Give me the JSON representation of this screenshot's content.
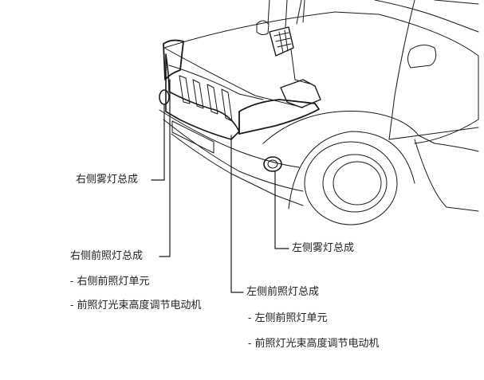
{
  "labels": {
    "right_fog": "右侧雾灯总成",
    "right_headlamp": "右侧前照灯总成",
    "right_headlamp_unit": "- 右侧前照灯单元",
    "right_leveling_motor": "- 前照灯光束高度调节电动机",
    "left_fog": "左侧雾灯总成",
    "left_headlamp": "左侧前照灯总成",
    "left_headlamp_unit": "- 左侧前照灯单元",
    "left_leveling_motor": "- 前照灯光束高度调节电动机"
  },
  "colors": {
    "line": "#1a1a1a",
    "text": "#222222",
    "background": "#ffffff"
  }
}
